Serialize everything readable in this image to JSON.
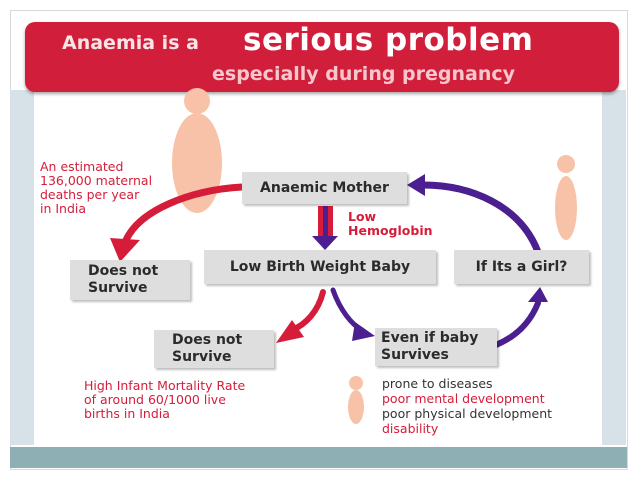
{
  "title": {
    "part1": "Anaemia is a",
    "part2": "serious problem",
    "part3": "especially during pregnancy"
  },
  "nodes": {
    "anaemic_mother": "Anaemic Mother",
    "low_birth_weight": "Low Birth Weight Baby",
    "if_girl": "If Its a Girl?",
    "mother_not_survive_line1": "Does not",
    "mother_not_survive_line2": "Survive",
    "baby_not_survive_line1": "Does not",
    "baby_not_survive_line2": "Survive",
    "baby_survives_line1": "Even if baby",
    "baby_survives_line2": "Survives"
  },
  "edge_labels": {
    "low_hemoglobin_line1": "Low",
    "low_hemoglobin_line2": "Hemoglobin"
  },
  "notes": {
    "maternal_line1": "An estimated",
    "maternal_line2": "136,000 maternal",
    "maternal_line3": "deaths per year",
    "maternal_line4": "in India",
    "infant_line1": "High Infant Mortality Rate",
    "infant_line2": "of around 60/1000 live",
    "infant_line3": "births in India"
  },
  "outcomes": [
    "prone to diseases",
    "poor mental development",
    "poor physical development",
    "disability"
  ],
  "colors": {
    "banner": "#d11f3b",
    "accent_red": "#d51d3a",
    "purple": "#4b1f8f",
    "figure": "#f7c2a8",
    "box": "#dedede"
  }
}
